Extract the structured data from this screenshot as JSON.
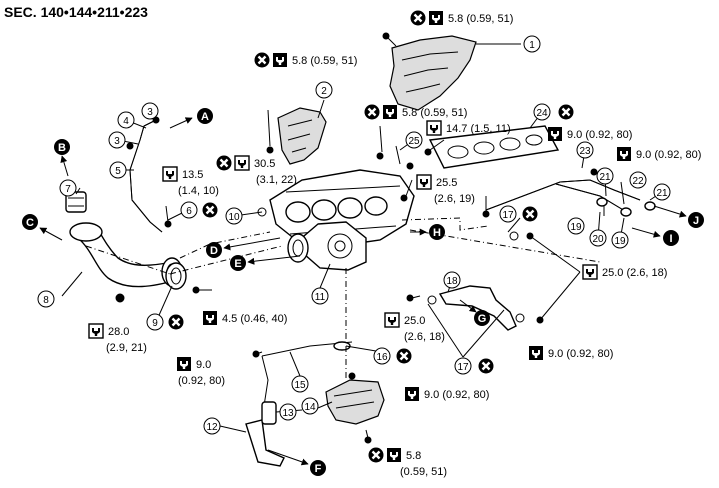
{
  "header": {
    "section": "SEC. 140•144•211•223"
  },
  "part_numbers": [
    "1",
    "2",
    "3",
    "3",
    "4",
    "5",
    "6",
    "7",
    "8",
    "9",
    "10",
    "11",
    "12",
    "13",
    "14",
    "15",
    "16",
    "17",
    "17",
    "18",
    "19",
    "19",
    "20",
    "21",
    "21",
    "22",
    "23",
    "24",
    "25"
  ],
  "torques": [
    {
      "value": "5.8 (0.59, 51)"
    },
    {
      "value": "5.8 (0.59, 51)"
    },
    {
      "value": "5.8 (0.59, 51)"
    },
    {
      "value": "14.7 (1.5, 11)"
    },
    {
      "value": "9.0 (0.92, 80)"
    },
    {
      "value": "9.0 (0.92, 80)"
    },
    {
      "value": "30.5",
      "sub": "(3.1, 22)"
    },
    {
      "value": "13.5",
      "sub": "(1.4, 10)"
    },
    {
      "value": "25.5",
      "sub": "(2.6, 19)"
    },
    {
      "value": "25.0  (2.6, 18)"
    },
    {
      "value": "25.0",
      "sub": "(2.6, 18)"
    },
    {
      "value": "4.5 (0.46, 40)"
    },
    {
      "value": "28.0",
      "sub": "(2.9, 21)"
    },
    {
      "value": "9.0 (0.92, 80)"
    },
    {
      "value": "9.0",
      "sub": "(0.92, 80)"
    },
    {
      "value": "9.0 (0.92, 80)"
    },
    {
      "value": "5.8",
      "sub": "(0.59, 51)"
    }
  ],
  "arrow_letters": [
    "A",
    "B",
    "C",
    "D",
    "E",
    "F",
    "G",
    "H",
    "I",
    "J"
  ],
  "icons": [
    "reuse-prohibited-icon",
    "torque-wrench-icon",
    "tightening-torque-icon"
  ]
}
